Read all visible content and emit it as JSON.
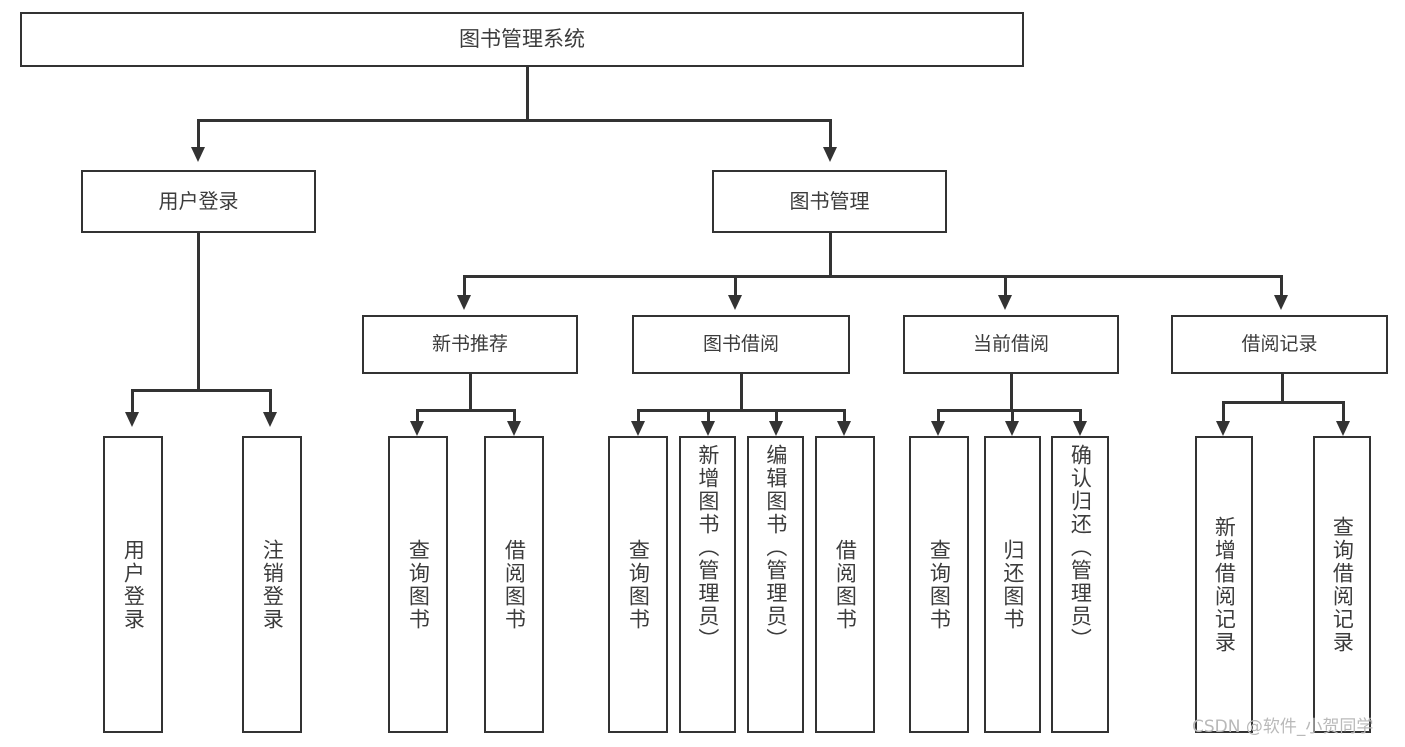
{
  "diagram": {
    "title": "图书管理系统",
    "watermark": "CSDN @软件_小贺同学",
    "colors": {
      "stroke": "#333333",
      "box_fill": "#ffffff",
      "text": "#3c3c3c",
      "watermark": "#b9b9b9",
      "background": "#ffffff"
    },
    "root": {
      "label": "图书管理系统"
    },
    "level2": [
      {
        "label": "用户登录"
      },
      {
        "label": "图书管理"
      }
    ],
    "level3": [
      {
        "label": "新书推荐"
      },
      {
        "label": "图书借阅"
      },
      {
        "label": "当前借阅"
      },
      {
        "label": "借阅记录"
      }
    ],
    "leaves": {
      "user_login": [
        {
          "label": "用户登录"
        },
        {
          "label": "注销登录"
        }
      ],
      "new_book_recommend": [
        {
          "label": "查询图书"
        },
        {
          "label": "借阅图书"
        }
      ],
      "book_borrow": [
        {
          "label": "查询图书"
        },
        {
          "label": "新增图书（管理员）"
        },
        {
          "label": "编辑图书（管理员）"
        },
        {
          "label": "借阅图书"
        }
      ],
      "current_borrow": [
        {
          "label": "查询图书"
        },
        {
          "label": "归还图书"
        },
        {
          "label": "确认归还（管理员）"
        }
      ],
      "borrow_record": [
        {
          "label": "新增借阅记录"
        },
        {
          "label": "查询借阅记录"
        }
      ]
    }
  },
  "chart_data": {
    "type": "tree",
    "title": "图书管理系统",
    "nodes": [
      {
        "id": "root",
        "label": "图书管理系统",
        "parent": null,
        "level": 0
      },
      {
        "id": "n1",
        "label": "用户登录",
        "parent": "root",
        "level": 1
      },
      {
        "id": "n2",
        "label": "图书管理",
        "parent": "root",
        "level": 1
      },
      {
        "id": "n1a",
        "label": "用户登录",
        "parent": "n1",
        "level": 2
      },
      {
        "id": "n1b",
        "label": "注销登录",
        "parent": "n1",
        "level": 2
      },
      {
        "id": "n2a",
        "label": "新书推荐",
        "parent": "n2",
        "level": 2
      },
      {
        "id": "n2b",
        "label": "图书借阅",
        "parent": "n2",
        "level": 2
      },
      {
        "id": "n2c",
        "label": "当前借阅",
        "parent": "n2",
        "level": 2
      },
      {
        "id": "n2d",
        "label": "借阅记录",
        "parent": "n2",
        "level": 2
      },
      {
        "id": "n2a1",
        "label": "查询图书",
        "parent": "n2a",
        "level": 3
      },
      {
        "id": "n2a2",
        "label": "借阅图书",
        "parent": "n2a",
        "level": 3
      },
      {
        "id": "n2b1",
        "label": "查询图书",
        "parent": "n2b",
        "level": 3
      },
      {
        "id": "n2b2",
        "label": "新增图书（管理员）",
        "parent": "n2b",
        "level": 3
      },
      {
        "id": "n2b3",
        "label": "编辑图书（管理员）",
        "parent": "n2b",
        "level": 3
      },
      {
        "id": "n2b4",
        "label": "借阅图书",
        "parent": "n2b",
        "level": 3
      },
      {
        "id": "n2c1",
        "label": "查询图书",
        "parent": "n2c",
        "level": 3
      },
      {
        "id": "n2c2",
        "label": "归还图书",
        "parent": "n2c",
        "level": 3
      },
      {
        "id": "n2c3",
        "label": "确认归还（管理员）",
        "parent": "n2c",
        "level": 3
      },
      {
        "id": "n2d1",
        "label": "新增借阅记录",
        "parent": "n2d",
        "level": 3
      },
      {
        "id": "n2d2",
        "label": "查询借阅记录",
        "parent": "n2d",
        "level": 3
      }
    ]
  }
}
